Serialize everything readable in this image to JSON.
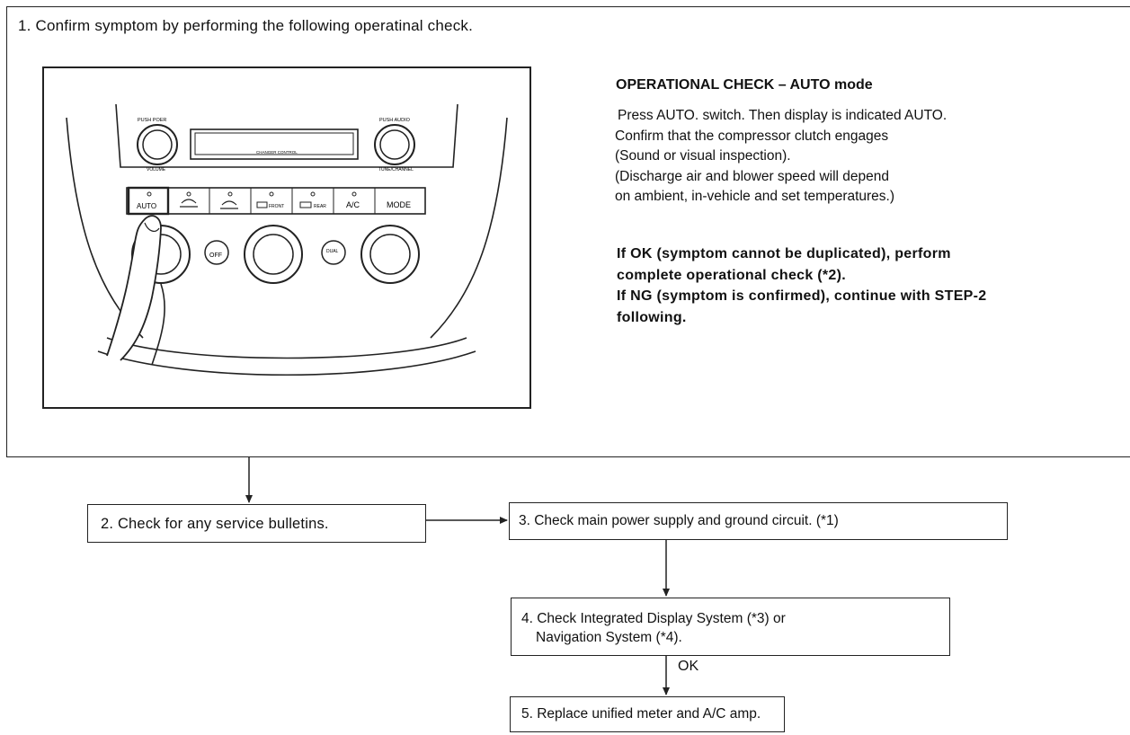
{
  "step1": {
    "title": "1. Confirm symptom by performing the following operatinal check.",
    "operational_check": {
      "heading": "OPERATIONAL CHECK – AUTO mode",
      "lines": [
        "Press AUTO. switch. Then display is indicated AUTO.",
        "Confirm that the compressor clutch engages",
        "(Sound or visual inspection).",
        "(Discharge air and blower speed will depend",
        "on ambient, in-vehicle and set temperatures.)"
      ],
      "result_lines": [
        "If OK (symptom cannot be duplicated), perform",
        "complete operational check (*2).",
        "If NG (symptom is confirmed), continue with STEP-2",
        "following."
      ]
    },
    "panel": {
      "left_knob_top": "PUSH POER",
      "left_knob_bottom": "VOLUME",
      "display_label": "CHANGER CONTROL",
      "right_knob_top": "PUSH AUDIO",
      "right_knob_bottom": "TUNE/CHANNEL",
      "buttons": [
        "AUTO",
        "",
        "",
        "FRONT",
        "REAR",
        "A/C",
        "MODE"
      ],
      "off_label": "OFF",
      "dual_label": "DUAL"
    }
  },
  "step2": {
    "label": "2. Check for any service bulletins."
  },
  "step3": {
    "label": "3. Check main power supply and ground circuit. (*1)"
  },
  "step4": {
    "line1": "4. Check Integrated Display System (*3) or",
    "line2": "Navigation System (*4)."
  },
  "ok_label": "OK",
  "step5": {
    "label": "5. Replace unified meter and A/C amp."
  }
}
